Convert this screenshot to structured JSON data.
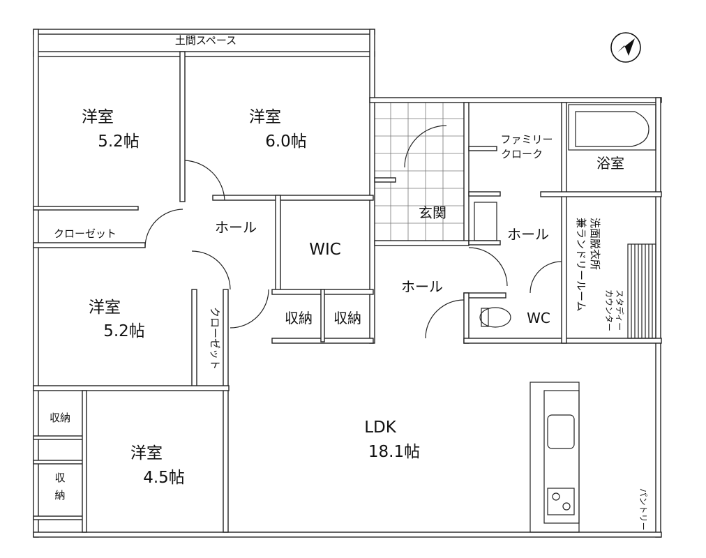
{
  "plan": {
    "doma": "土間スペース",
    "rooms": {
      "western1": {
        "name": "洋室",
        "size": "5.2帖"
      },
      "western2": {
        "name": "洋室",
        "size": "6.0帖"
      },
      "western3": {
        "name": "洋室",
        "size": "5.2帖"
      },
      "western4": {
        "name": "洋室",
        "size": "4.5帖"
      },
      "ldk": {
        "name": "LDK",
        "size": "18.1帖"
      }
    },
    "closet1": "クローゼット",
    "closet2": "クローゼット",
    "hall1": "ホール",
    "hall2": "ホール",
    "hall3": "ホール",
    "wic": "WIC",
    "storage1": "収納",
    "storage2": "収納",
    "storage3": "収納",
    "storage4a": "収",
    "storage4b": "納",
    "entrance": "玄関",
    "family_closet_1": "ファミリー",
    "family_closet_2": "クローク",
    "bath": "浴室",
    "washroom_1": "洗面脱衣所",
    "washroom_2": "兼ランドリールーム",
    "wc": "WC",
    "study_1": "スタディー",
    "study_2": "カウンター",
    "pantry": "パントリー",
    "north_icon": "north-arrow-icon"
  }
}
